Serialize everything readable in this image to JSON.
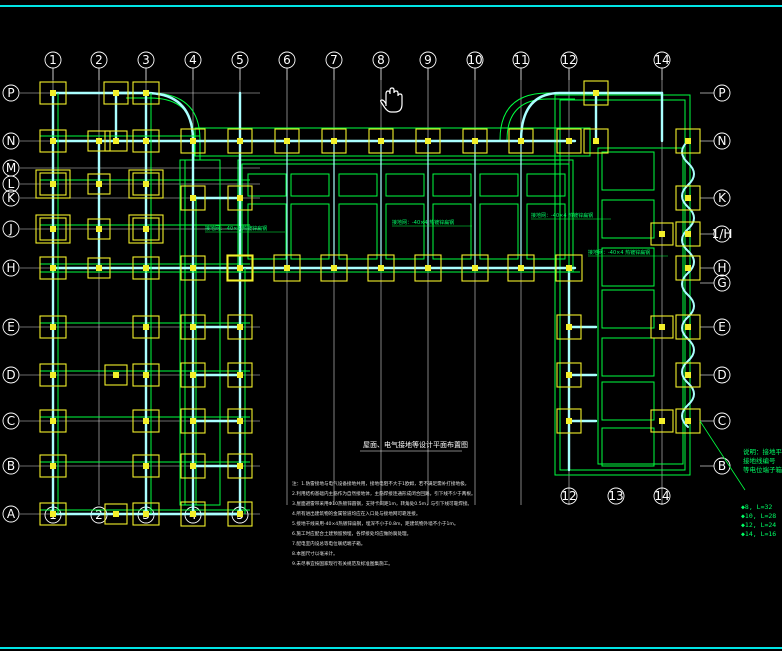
{
  "title": "屋面、电气接地等设计平面布置图",
  "grid_columns_top": [
    "1",
    "2",
    "3",
    "4",
    "5",
    "6",
    "7",
    "8",
    "9",
    "10",
    "11",
    "12",
    "14"
  ],
  "grid_columns_bottom": [
    "1",
    "2",
    "3",
    "4",
    "5",
    "12",
    "13",
    "14"
  ],
  "grid_rows_left": [
    "P",
    "N",
    "M",
    "L",
    "K",
    "J",
    "H",
    "E",
    "D",
    "C",
    "B",
    "A"
  ],
  "grid_rows_right": [
    "P",
    "N",
    "K",
    "1/H",
    "H",
    "G",
    "E",
    "D",
    "C",
    "B"
  ],
  "callouts": [
    "接地网：-40×4 热镀锌扁钢",
    "接地网：-40×4 热镀锌扁钢",
    "接地网：-40×4 热镀锌扁钢",
    "接地网：-40×4 热镀锌扁钢"
  ],
  "notes": [
    "注：1.防雷接地与电气设备接地共用，接地电阻不大于1欧姆，若不满足需补打接地极。",
    "2.利用结构基础内主筋作为自然接地体，主筋焊接连通形成闭合回路，引下线不少于两根。",
    "3.屋面避雷带采用Φ10热镀锌圆钢，支持卡间距1m，转角处0.5m，与引下线可靠焊接。",
    "4.所有进出建筑物的金属管道均应在入口处与接地网可靠连接。",
    "5.接地干线采用-40×4热镀锌扁钢，埋深不小于0.8m，距建筑物外墙不小于1m。",
    "6.施工时应配合土建预留预埋，各焊接处均应做防腐处理。",
    "7.配电室内设总等电位联结端子箱。",
    "8.本图尺寸以毫米计。",
    "9.未尽事宜按国家现行有关规范及标准图集施工。"
  ],
  "legend": [
    "8, L=32",
    "10, L=28",
    "12, L=24",
    "14, L=16"
  ],
  "legend_head": [
    "说明：接地平面图",
    "接地线编号",
    "等电位端子箱"
  ],
  "colors": {
    "grid": "#ffffff",
    "pad": "#f2ef2a",
    "cyan": "#9ff",
    "green": "#00ff40",
    "title": "#ffffff"
  }
}
